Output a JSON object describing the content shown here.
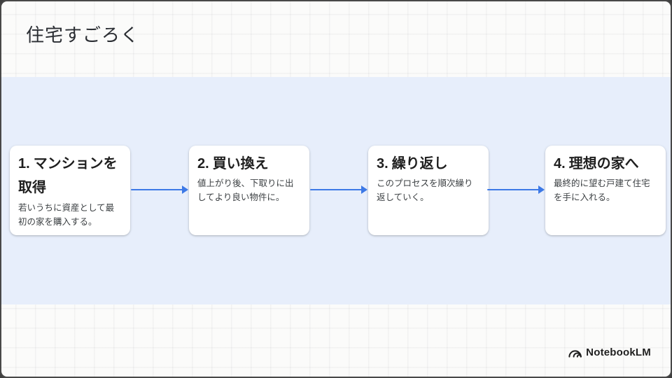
{
  "slide": {
    "title": "住宅すごろく"
  },
  "steps": [
    {
      "number": "1.",
      "title": "マンションを取得",
      "description": "若いうちに資産として最初の家を購入する。"
    },
    {
      "number": "2.",
      "title": "買い換え",
      "description": "値上がり後、下取りに出してより良い物件に。"
    },
    {
      "number": "3.",
      "title": "繰り返し",
      "description": "このプロセスを順次繰り返していく。"
    },
    {
      "number": "4.",
      "title": "理想の家へ",
      "description": "最終的に望む戸建て住宅を手に入れる。"
    }
  ],
  "branding": {
    "logo_text": "NotebookLM",
    "logo_icon": "notebooklm-wave-icon"
  },
  "colors": {
    "band_background": "#e7eefb",
    "arrow_accent": "#3d79e6",
    "card_background": "#ffffff",
    "heading_text": "#1f1f1f",
    "body_text": "#3c4043",
    "frame": "#484848"
  }
}
